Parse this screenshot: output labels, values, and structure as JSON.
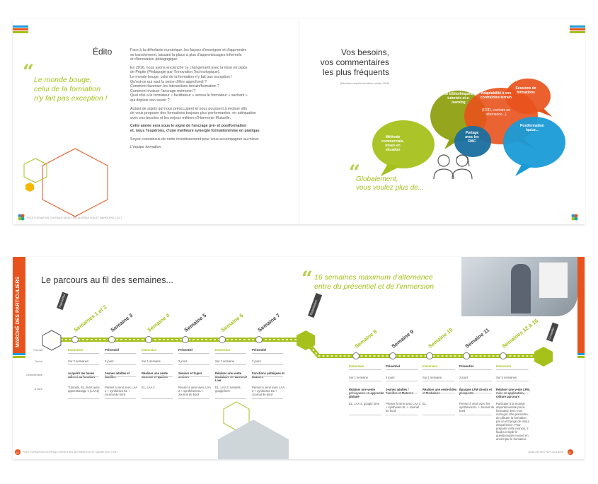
{
  "colors": {
    "green": "#a6c11c",
    "orange": "#e8521c",
    "blue": "#1a9bd7",
    "teal": "#1aa5a0",
    "grey": "#e6e6e6",
    "dark": "#444444"
  },
  "top": {
    "edito_title": "Édito",
    "quote": [
      "Le monde bouge,",
      "celui de la formation",
      "n'y fait pas exception !"
    ],
    "body": [
      "Face à la déferlante numérique, les façons d'enseigner et d'apprendre",
      "se transforment, laissant la place à plus d'apprentissages informels",
      "et d'innovation pédagogique.",
      "En 2016, nous avons enclenché ce changement avec la mise en place",
      "de Pépite (Pédagogie par l'Innovation Technologique).",
      "Le monde bouge, celui de la formation n'y fait pas exception !",
      "Qu'est-ce qui vaut la peine d'être approfondi ?",
      "Comment favoriser les interactions terrain/formation ?",
      "Comment évaluer l'ancrage mémoriel ?",
      "Quel rôle a le formateur « facilitateur » versus le formateur « sachant »",
      "qui déploie son savoir ?",
      "Autant de sujets qui nous préoccupent et nous poussent à évoluer afin",
      "de vous proposer des formations toujours plus performantes, en adéquation",
      "avec vos besoins et les enjeux métiers d'Harmonie Mutuelle.",
      "Cette année sera sous le signe de l'ancrage pré- et postformation",
      "et, nous l'espérons, d'une meilleure synergie formation/mise en pratique.",
      "Soyez convaincus de notre investissement pour vous accompagner au mieux.",
      "L'équipe formation"
    ],
    "footer_left": "PÔLE FORMATION CENTRALE DIRECTION DISTRIBUTION ET MARKETING | 2017",
    "needs_title": [
      "Vos besoins,",
      "vos commentaires",
      "les plus fréquents"
    ],
    "needs_source": "(Résultats enquête formation octobre 2016)",
    "bubbles": [
      {
        "label": "Méthode commerciale, mises en situation",
        "color": "#a6c11c"
      },
      {
        "label": "Mise à disposition de bibliothèques, tutoriels et e-learning",
        "color": "#8fa012"
      },
      {
        "label": "Portage avec les RAC",
        "color": "#1a6fa0"
      },
      {
        "label": "Adaptabilité à vos contraintes terrain",
        "color": "#d9541c"
      },
      {
        "label": "(CDD, contrats en alternance...)",
        "color": "#d9541c"
      },
      {
        "label": "Sessions de formations",
        "color": "#e8521c"
      },
      {
        "label": "Postformation /quizz...",
        "color": "#1a9bd7"
      }
    ],
    "conclusion": [
      "Globalement,",
      "vous voulez plus de..."
    ]
  },
  "bottom": {
    "side_tab": "MARCHÉ DES PARTICULIERS",
    "title_left": "Le parcours au fil des semaines...",
    "title_right": [
      "16 semaines maximum d'alternance",
      "entre du présentiel et de l'immersion"
    ],
    "start_label": "Aujourd'hui",
    "mid_label": "Titularisation",
    "end_label": "Conseiller",
    "row_labels": [
      "Format",
      "Durée",
      "Objectif/cible",
      "À faire"
    ],
    "weeks_left": [
      {
        "name": "Semaines 1 et 2",
        "color": "#a6c11c",
        "format": "Immersion",
        "duree": "Sur 2 semaines",
        "objectif": "Acquérir les bases utiles à sa fonction",
        "afaire": "Tutoriels, EL, livret auto-apprentissage 1 (LAA1)"
      },
      {
        "name": "Semaine 3",
        "color": "#444444",
        "format": "Présentiel",
        "duree": "3 jours",
        "objectif": "Jeunes adultes et familles",
        "afaire": "Penser à venir avec LAA 1 + synthèses EL + Journal de bord"
      },
      {
        "name": "Semaine 4",
        "color": "#a6c11c",
        "format": "Immersion",
        "duree": "Sur 1 semaine",
        "objectif": "Réaliser une vente Conecte et Quiéon",
        "afaire": "EL, LAA 2"
      },
      {
        "name": "Semaine 5",
        "color": "#444444",
        "format": "Présentiel",
        "duree": "3 jours",
        "objectif": "Seniors et Super seniors",
        "afaire": "Penser à venir avec LAA 2 + synthèses EL + Journal de bord"
      },
      {
        "name": "Semaine 6",
        "color": "#a6c11c",
        "format": "Immersion",
        "duree": "Sur 1 semaine",
        "objectif": "Réaliser une vente Modulaire et Harmonie Live",
        "afaire": "EL, LAA 3, tutoriels, googleform"
      },
      {
        "name": "Semaine 7",
        "color": "#444444",
        "format": "Présentiel",
        "duree": "3 jours",
        "objectif": "Fonctions publiques et Matures",
        "afaire": "Penser à venir avec LAA 3 + synthèses EL + Journal de bord"
      }
    ],
    "weeks_right": [
      {
        "name": "Semaine 8",
        "color": "#a6c11c",
        "format": "Immersion",
        "duree": "Sur 1 semaine",
        "objectif": "Réaliser une vente prévoyance en approche globale",
        "afaire": "EL, LAA 4, google form"
      },
      {
        "name": "Semaine 9",
        "color": "#444444",
        "format": "Présentiel",
        "duree": "2 jours",
        "objectif": "Jeunes adultes / Familles et Matures",
        "afaire": "Penser à venir avec LAA 4 + synthèses EL + Journal de bord"
      },
      {
        "name": "Semaine 10",
        "color": "#a6c11c",
        "format": "Immersion",
        "duree": "Sur 1 semaine",
        "objectif": "Réaliser une vente Édéo et Modulaire",
        "afaire": "EL"
      },
      {
        "name": "Semaine 11",
        "color": "#444444",
        "format": "Présentiel",
        "duree": "2 jours",
        "objectif": "Épargne LFM clients et prospects",
        "afaire": "Penser à venir avec les synthèses EL + Journal de bord"
      },
      {
        "name": "Semaines 12 à 16",
        "color": "#a6c11c",
        "format": "Immersion",
        "duree": "Sur 5 semaines",
        "objectif": "Réaliser une vente LFM, mise en application, clôture parcours",
        "afaire": "Participer à la réunion départementale par le formateur avec mon manager. Elle permettra de clôturer la formation par un échange de retour d'expérience. Pour préparer cette réunion, il faudra remplir le questionnaire envoyé en amont par le formateur."
      }
    ],
    "footer_left": "PÔLE FORMATION CENTRALE DIRECTION DISTRIBUTION ET MARKETING | 2017",
    "footer_right": "MARCHÉ DES PARTICULIERS",
    "page_left": "10",
    "page_right": "11"
  }
}
